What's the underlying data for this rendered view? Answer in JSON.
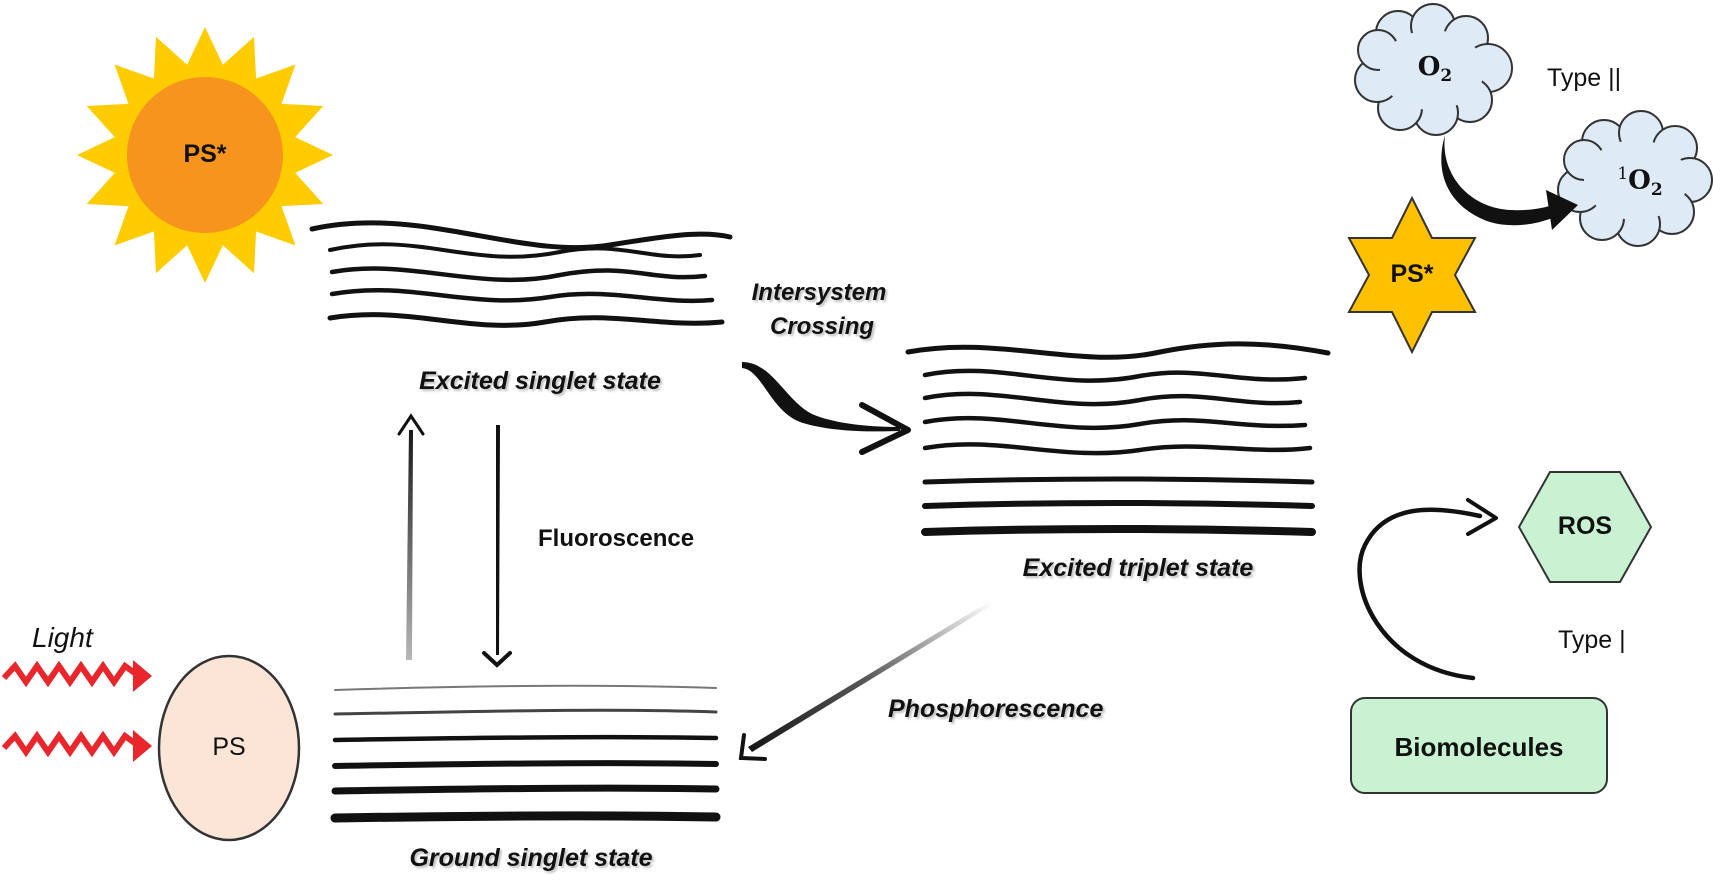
{
  "labels": {
    "sun": "PS*",
    "excited_singlet": "Excited singlet state",
    "intersystem_line1": "Intersystem",
    "intersystem_line2": "Crossing",
    "excited_triplet": "Excited triplet state",
    "fluorescence": "Fluoroscence",
    "phosphorescence": "Phosphorescence",
    "ground_singlet": "Ground singlet state",
    "light": "Light",
    "ps": "PS",
    "o2_base": "O",
    "o2_sub": "2",
    "singlet_o2_sup": "1",
    "singlet_o2_base": "O",
    "singlet_o2_sub": "2",
    "type2": "Type ||",
    "ps_star": "PS*",
    "ros": "ROS",
    "type1": "Type |",
    "biomolecules": "Biomolecules"
  },
  "colors": {
    "sun_outer": "#ffcc00",
    "sun_core": "#f7941d",
    "light_arrow": "#e8262b",
    "ps_fill": "#fbe5d6",
    "cloud_fill": "#deebf7",
    "star_fill": "#ffc000",
    "ros_fill": "#c9f2d2",
    "bio_fill": "#c9f2d2",
    "line": "#111111"
  }
}
